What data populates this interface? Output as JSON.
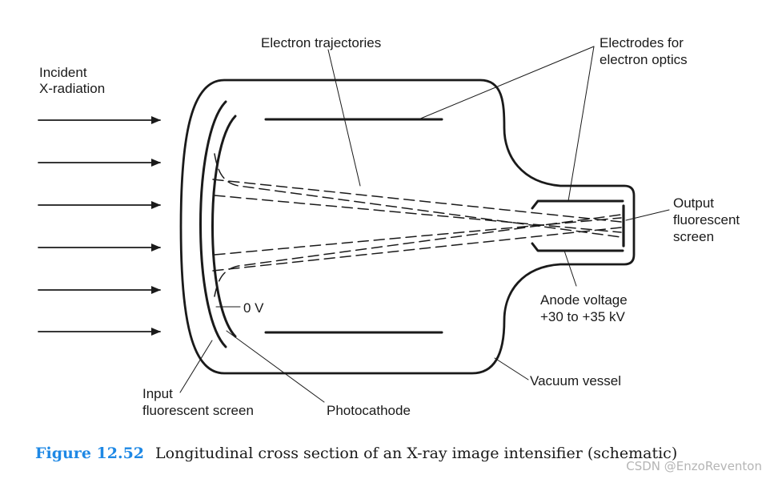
{
  "labels": {
    "incident_line1": "Incident",
    "incident_line2": "X-radiation",
    "electron_trajectories": "Electron trajectories",
    "electrodes_line1": "Electrodes for",
    "electrodes_line2": "electron optics",
    "output_line1": "Output",
    "output_line2": "fluorescent",
    "output_line3": "screen",
    "anode_line1": "Anode voltage",
    "anode_line2": "+30 to +35 kV",
    "zero_volt": "0 V",
    "vacuum_vessel": "Vacuum vessel",
    "input_line1": "Input",
    "input_line2": "fluorescent screen",
    "photocathode": "Photocathode"
  },
  "caption": {
    "number": "Figure 12.52",
    "text": "Longitudinal cross section of an X-ray image intensifier (schematic)"
  },
  "watermark": "CSDN @EnzoReventon"
}
